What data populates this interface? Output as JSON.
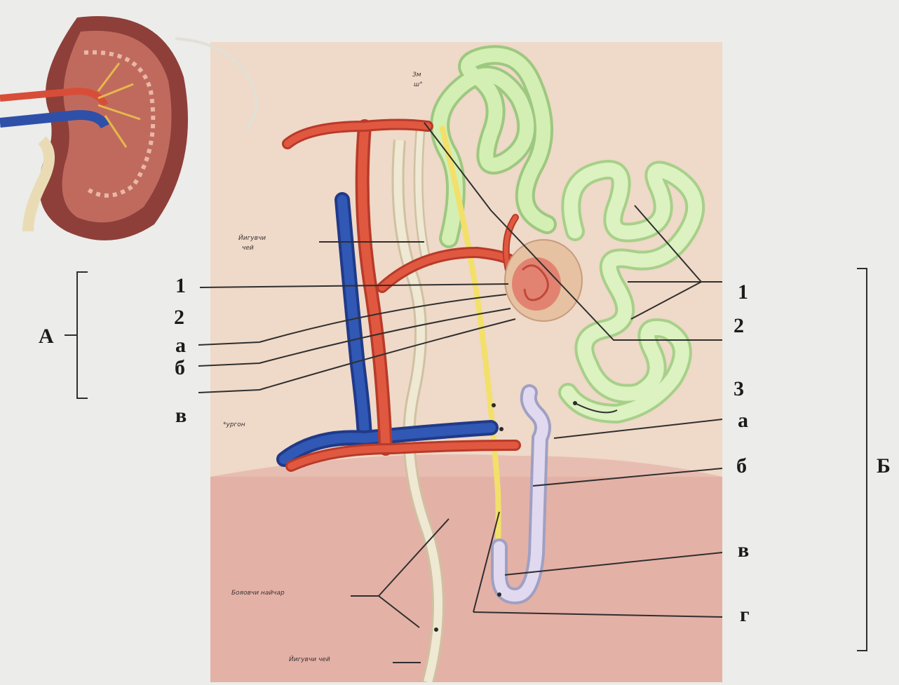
{
  "colors": {
    "background": "#ececea",
    "panel_upper": "#eed9c8",
    "panel_lower": "#e4b1a6",
    "artery": "#d84d38",
    "vein": "#2f50a8",
    "tubule_green": "#c9e8a4",
    "collecting_duct": "#cbc8de",
    "nerve_yellow": "#f2e06a",
    "ureter_tan": "#e2d9c0",
    "kidney": "#8e3f3a"
  },
  "icons": [
    "kidney-cross-section-icon"
  ],
  "labels": {
    "group_a": "А",
    "group_b": "Б",
    "left": [
      "1",
      "2",
      "а",
      "б",
      "в"
    ],
    "right": [
      "1",
      "2",
      "3",
      "а",
      "б",
      "в",
      "г"
    ]
  },
  "small_text": {
    "t1": "Зм",
    "t2": "ш°",
    "t3": "Йигувчи",
    "t4": "чей",
    "t5": "*ургон",
    "t6": "Бояовчи найчар",
    "t7": "Йигувчи чей"
  }
}
